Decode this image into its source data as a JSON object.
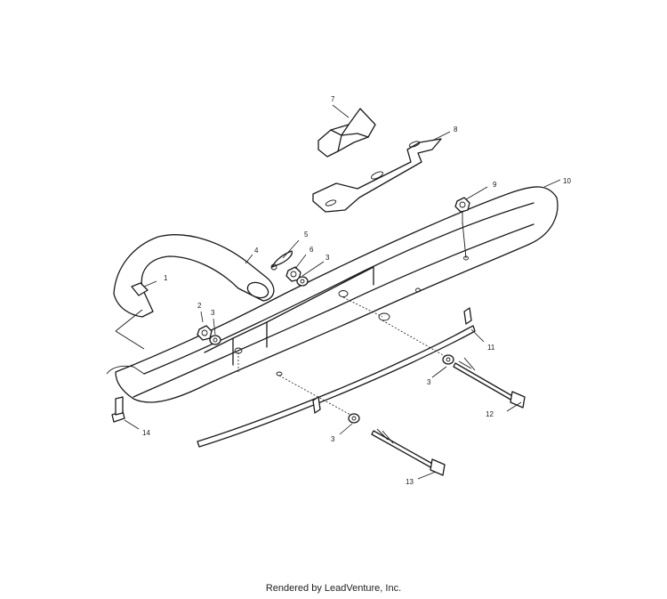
{
  "callouts": {
    "c1": "1",
    "c2": "2",
    "c3a": "3",
    "c3b": "3",
    "c3c": "3",
    "c3d": "3",
    "c4": "4",
    "c5": "5",
    "c6": "6",
    "c7": "7",
    "c8": "8",
    "c9": "9",
    "c10": "10",
    "c11": "11",
    "c12": "12",
    "c13": "13",
    "c14": "14"
  },
  "footer": {
    "credit": "Rendered by LeadVenture, Inc."
  }
}
